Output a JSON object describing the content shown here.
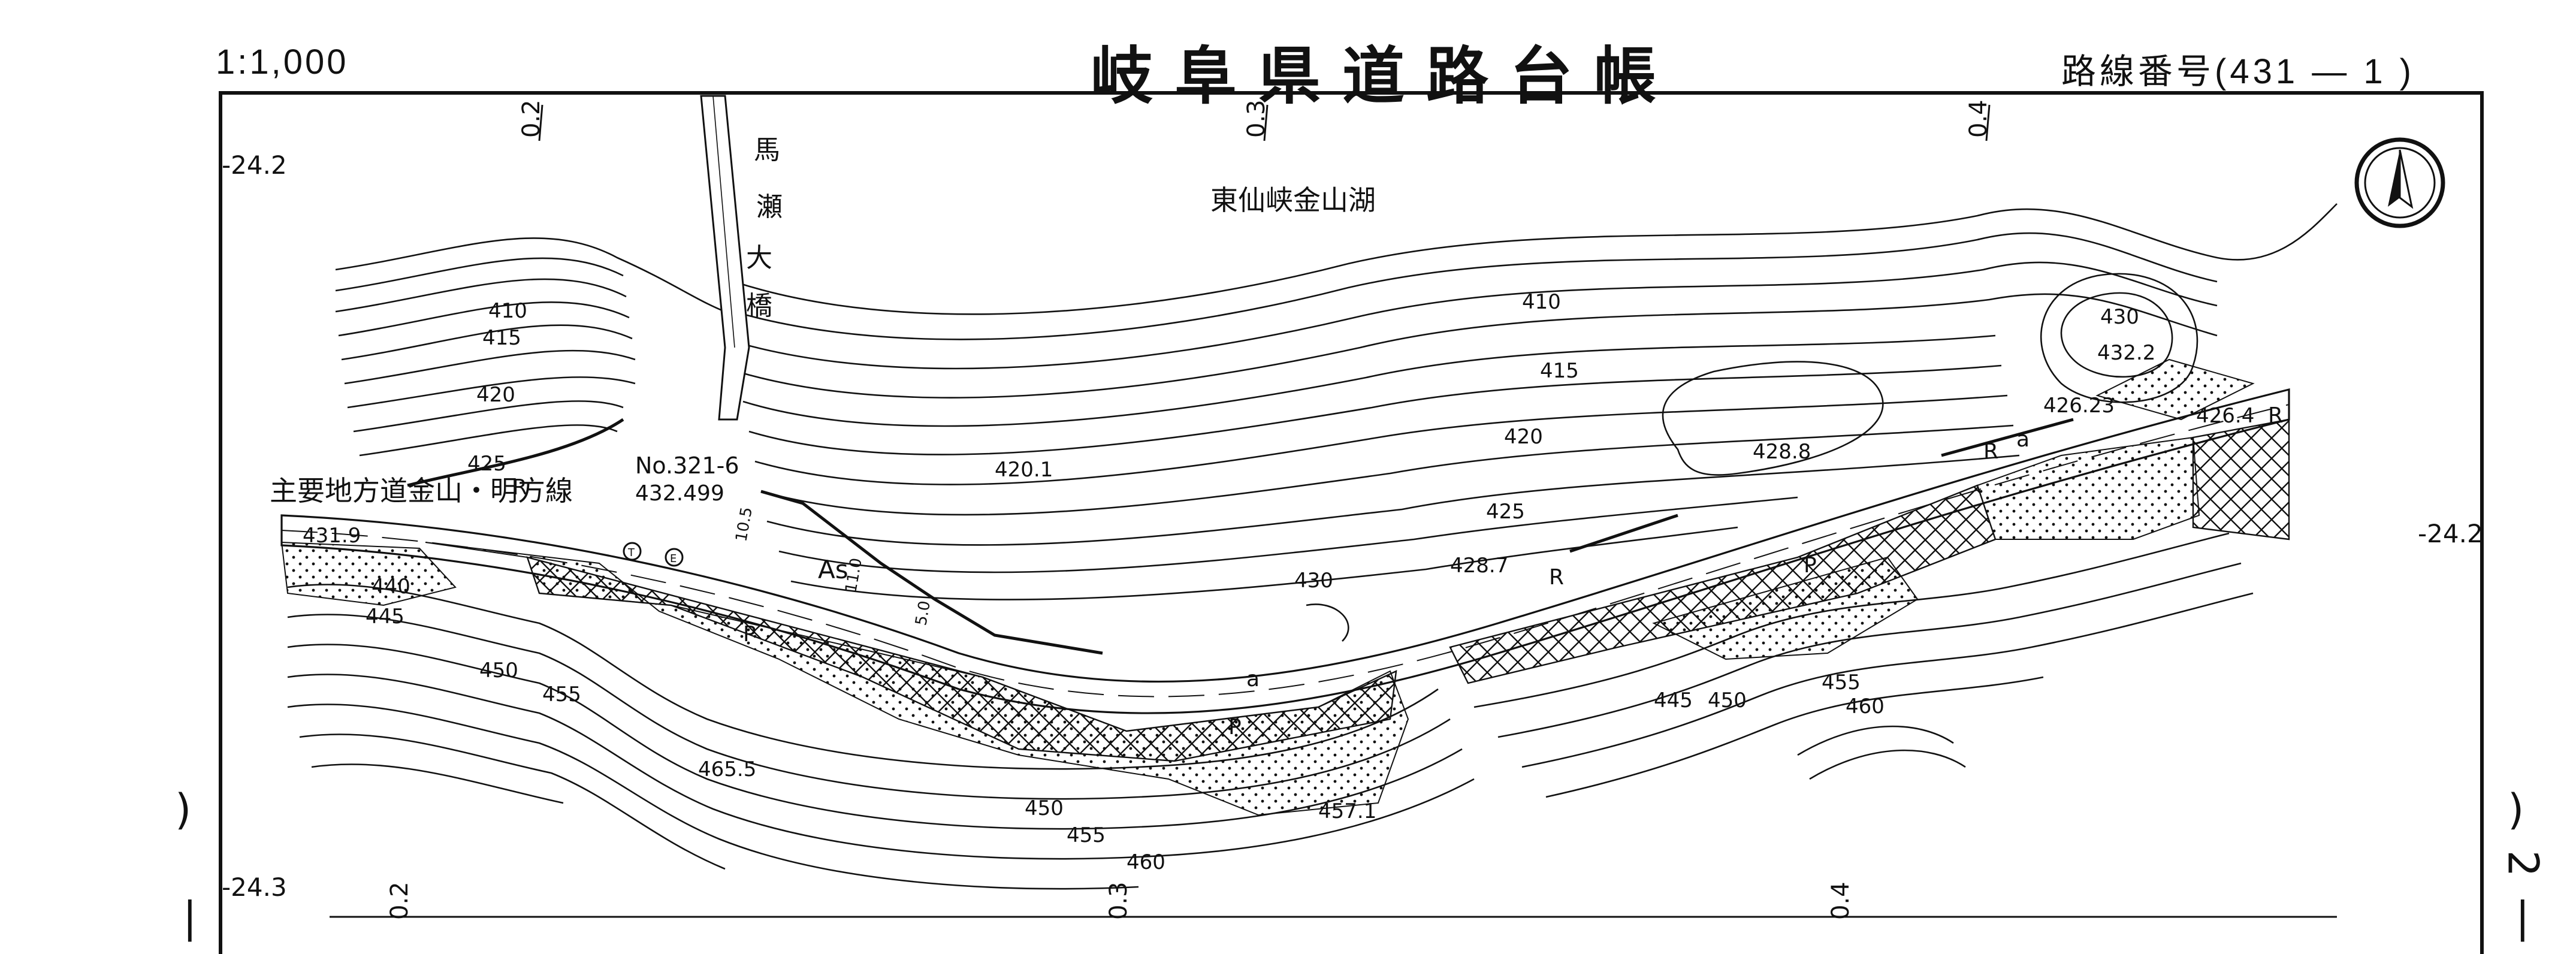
{
  "header": {
    "scale": "1:1,000",
    "title": "岐阜県道路台帳",
    "route_number": "路線番号(431 — 1 )"
  },
  "sheet": {
    "page_mark": "2"
  },
  "grid_labels": {
    "km_top": [
      "0.2",
      "0.3",
      "0.4"
    ],
    "km_bottom": [
      "0.2",
      "0.3",
      "0.4"
    ],
    "ref_left_top": "-24.2",
    "ref_left_bottom": "-24.3",
    "ref_right": "-24.2"
  },
  "map": {
    "lake_name": "東仙峡金山湖",
    "bridge_name": "馬瀬大橋",
    "road_name": "主要地方道金山・明方線",
    "benchmark_id": "No.321-6",
    "benchmark_elevation": "432.499",
    "surface_label": "As",
    "north_arrow": "north-arrow-icon"
  },
  "contours": [
    "410",
    "415",
    "420",
    "425",
    "430",
    "440",
    "445",
    "450",
    "455",
    "460"
  ],
  "spot_heights": [
    "431.9",
    "420.1",
    "428.7",
    "428.8",
    "426.23",
    "426.4",
    "432.2",
    "465.5",
    "457.1"
  ],
  "road_widths": [
    "10.5",
    "11.0",
    "5.0"
  ],
  "symbols": [
    "R",
    "P",
    "a",
    "r",
    "T",
    "E"
  ],
  "colors": {
    "ink": "#111111",
    "paper": "#ffffff"
  }
}
